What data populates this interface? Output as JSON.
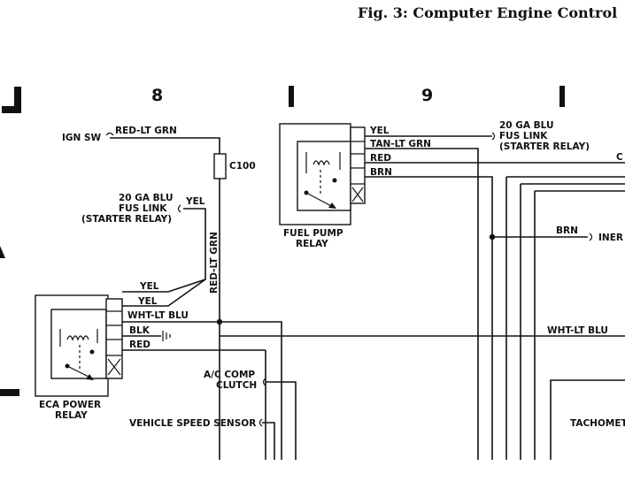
{
  "title": "Fig. 3: Computer Engine Control",
  "section_numbers": {
    "left": "8",
    "right": "9"
  },
  "labels": {
    "ign_sw": "IGN SW",
    "red_lt_grn_top": "RED-LT GRN",
    "c100": "C100",
    "red_lt_grn_vertical": "RED-LT GRN",
    "fus_link_left": [
      "20 GA BLU",
      "FUS LINK",
      "(STARTER RELAY)"
    ],
    "yel_left": "YEL",
    "eca_wires": [
      "YEL",
      "YEL",
      "WHT-LT BLU",
      "BLK",
      "RED"
    ],
    "eca_relay": [
      "ECA POWER",
      "RELAY"
    ],
    "ac_comp": [
      "A/C COMP",
      "CLUTCH"
    ],
    "vehicle_speed_sensor": "VEHICLE SPEED SENSOR",
    "fuel_pump_wires": [
      "YEL",
      "TAN-LT GRN",
      "RED",
      "BRN"
    ],
    "fuel_pump_relay": [
      "FUEL PUMP",
      "RELAY"
    ],
    "fus_link_right": [
      "20 GA BLU",
      "FUS LINK",
      "(STARTER RELAY)"
    ],
    "brn_right": "BRN",
    "inert_cut": "INER",
    "c_cut": "C",
    "wht_lt_blu_right": "WHT-LT BLU",
    "tachometer_cut": "TACHOMET"
  }
}
